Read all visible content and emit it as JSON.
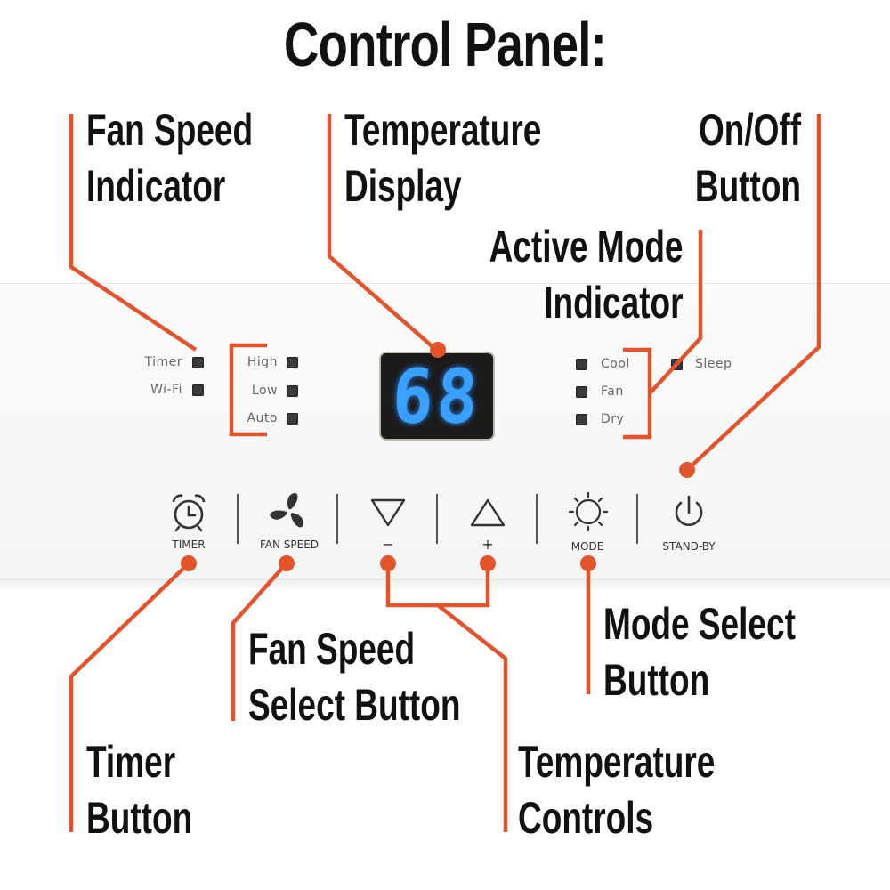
{
  "title": "Control Panel:",
  "callouts": {
    "fan_speed_indicator": [
      "Fan Speed",
      "Indicator"
    ],
    "temperature_display": [
      "Temperature",
      "Display"
    ],
    "onoff_button": [
      "On/Off",
      "Button"
    ],
    "active_mode_indicator": [
      "Active Mode",
      "Indicator"
    ],
    "mode_select_button": [
      "Mode Select",
      "Button"
    ],
    "fan_speed_select_button": [
      "Fan Speed",
      "Select Button"
    ],
    "timer_button": [
      "Timer",
      "Button"
    ],
    "temperature_controls": [
      "Temperature",
      "Controls"
    ]
  },
  "panel": {
    "indicators_left": [
      "Timer",
      "Wi-Fi"
    ],
    "fan_speeds": [
      "High",
      "Low",
      "Auto"
    ],
    "temperature": "68",
    "modes": [
      "Cool",
      "Fan",
      "Dry"
    ],
    "sleep": "Sleep",
    "buttons": {
      "timer": "TIMER",
      "fan_speed": "FAN SPEED",
      "minus": "−",
      "plus": "+",
      "mode": "MODE",
      "standby": "STAND-BY"
    }
  },
  "colors": {
    "callout_line": "#e5532b",
    "display_digits": "#3aa0ff",
    "display_bg": "#1b1b1b"
  },
  "icons": [
    "alarm-clock-icon",
    "fan-icon",
    "triangle-down-icon",
    "triangle-up-icon",
    "sun-icon",
    "power-icon"
  ]
}
